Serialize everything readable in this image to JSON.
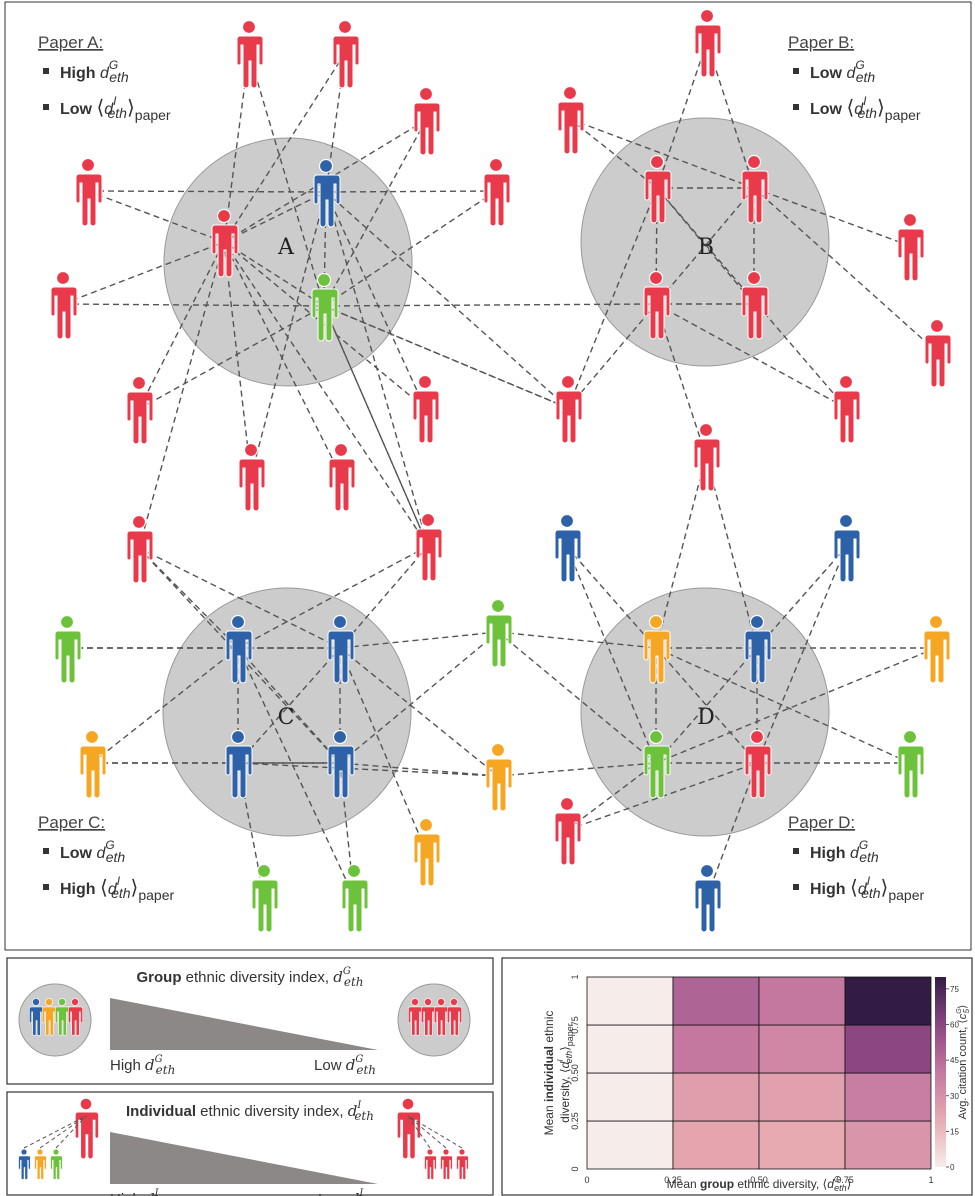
{
  "papers": [
    {
      "id": "A",
      "title": "Paper A:",
      "line1": {
        "level": "High",
        "sym": "d",
        "sub": "eth",
        "sup": "G"
      },
      "line2": {
        "level": "Low",
        "sym": "d",
        "sub": "eth",
        "sup": "I",
        "tail": "paper"
      }
    },
    {
      "id": "B",
      "title": "Paper B:",
      "line1": {
        "level": "Low",
        "sym": "d",
        "sub": "eth",
        "sup": "G"
      },
      "line2": {
        "level": "Low",
        "sym": "d",
        "sub": "eth",
        "sup": "I",
        "tail": "paper"
      }
    },
    {
      "id": "C",
      "title": "Paper C:",
      "line1": {
        "level": "Low",
        "sym": "d",
        "sub": "eth",
        "sup": "G"
      },
      "line2": {
        "level": "High",
        "sym": "d",
        "sub": "eth",
        "sup": "I",
        "tail": "paper"
      }
    },
    {
      "id": "D",
      "title": "Paper D:",
      "line1": {
        "level": "High",
        "sym": "d",
        "sub": "eth",
        "sup": "G"
      },
      "line2": {
        "level": "High",
        "sym": "d",
        "sub": "eth",
        "sup": "I",
        "tail": "paper"
      }
    }
  ],
  "circles": [
    {
      "label": "A"
    },
    {
      "label": "B"
    },
    {
      "label": "C"
    },
    {
      "label": "D"
    }
  ],
  "colors": {
    "red": "#e83a4a",
    "blue": "#2e62a8",
    "green": "#6cc23a",
    "orange": "#f5a623",
    "circle": "#cccccc",
    "wedge": "#8d8888"
  },
  "legend_group": {
    "title_bold": "Group",
    "title_rest": " ethnic diversity index, ",
    "sym": "d",
    "sub": "eth",
    "sup": "G",
    "high": "High ",
    "low": "Low "
  },
  "legend_individual": {
    "title_bold": "Individual",
    "title_rest": " ethnic diversity index, ",
    "sym": "d",
    "sub": "eth",
    "sup": "I",
    "high": "High ",
    "low": "Low "
  },
  "chart_data": {
    "type": "heatmap",
    "x_ticks": [
      "0",
      "0.25",
      "0.50",
      "0.75",
      "1"
    ],
    "y_ticks": [
      "0",
      "0.25",
      "0.50",
      "0.75",
      "1"
    ],
    "xlabel_pre": "Mean ",
    "xlabel_bold": "group",
    "xlabel_post": " ethnic diversity, ",
    "ylabel_line1_pre": "Mean ",
    "ylabel_line1_bold": "individual",
    "ylabel_line1_post": " ethnic",
    "ylabel_line2": "diversity, ",
    "colorbar_label": "Avg. citation count, ",
    "colorbar_ticks": [
      0,
      15,
      30,
      45,
      60,
      75
    ],
    "values": [
      [
        0,
        22,
        20,
        28
      ],
      [
        0,
        25,
        24,
        38
      ],
      [
        0,
        40,
        34,
        60
      ],
      [
        0,
        48,
        40,
        80
      ]
    ],
    "vmin": 0,
    "vmax": 80
  }
}
